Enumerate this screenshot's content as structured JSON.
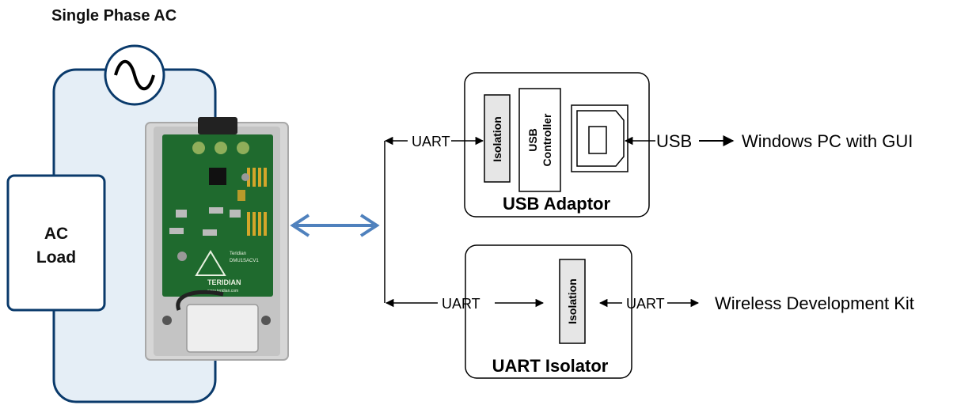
{
  "title": "Single Phase AC",
  "load": {
    "line1": "AC",
    "line2": "Load"
  },
  "board": {
    "brand": "TERIDIAN",
    "model_line1": "Teridian",
    "model_line2": "DMU1SACV1",
    "site": "www.teridian.com"
  },
  "usb_adaptor": {
    "label": "USB Adaptor",
    "isolation": "Isolation",
    "controller_line1": "USB",
    "controller_line2": "Controller",
    "uart_in": "UART",
    "usb_out": "USB",
    "target": "Windows PC with GUI"
  },
  "uart_isolator": {
    "label": "UART Isolator",
    "isolation": "Isolation",
    "uart_in": "UART",
    "uart_out": "UART",
    "target": "Wireless Development Kit"
  },
  "colors": {
    "circuit_fill": "#e5eef6",
    "board_green": "#1f6a2e",
    "enclosure": "#d6d6d6",
    "link_arrow": "#4f81bd",
    "box_fill": "#e6e6e6"
  },
  "icons": [
    "ac-source-icon",
    "bidirectional-arrow-icon",
    "usb-b-port-icon"
  ]
}
